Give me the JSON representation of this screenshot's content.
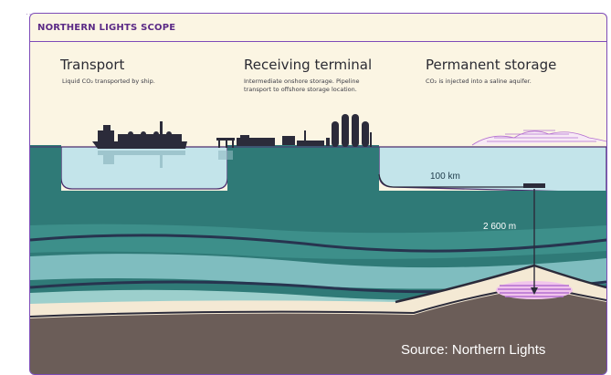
{
  "header": {
    "title": "NORTHERN LIGHTS SCOPE"
  },
  "columns": [
    {
      "title": "Transport",
      "description": "Liquid CO₂ transported by ship."
    },
    {
      "title": "Receiving terminal",
      "description": "Intermediate onshore storage. Pipeline transport to offshore storage location."
    },
    {
      "title": "Permanent storage",
      "description": "CO₂ is injected into a saline aquifer."
    }
  ],
  "annotations": {
    "distance": "100 km",
    "depth": "2 600 m"
  },
  "source": "Source: Northern Lights",
  "colors": {
    "frame": "#7d4bb8",
    "cream": "#fbf5e3",
    "water": "#c3e4ea",
    "seabed": "#2f7a77",
    "rock": "#6b5d58",
    "reservoir": "#b46fd0"
  }
}
